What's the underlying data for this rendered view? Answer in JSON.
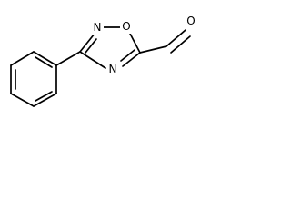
{
  "molecule": {
    "atoms": {
      "ring_n_top": "N",
      "ring_o": "O",
      "ring_n_bottom": "N",
      "aldehyde_o": "O"
    },
    "colors": {
      "ink": "#000000",
      "background": "#ffffff"
    }
  }
}
